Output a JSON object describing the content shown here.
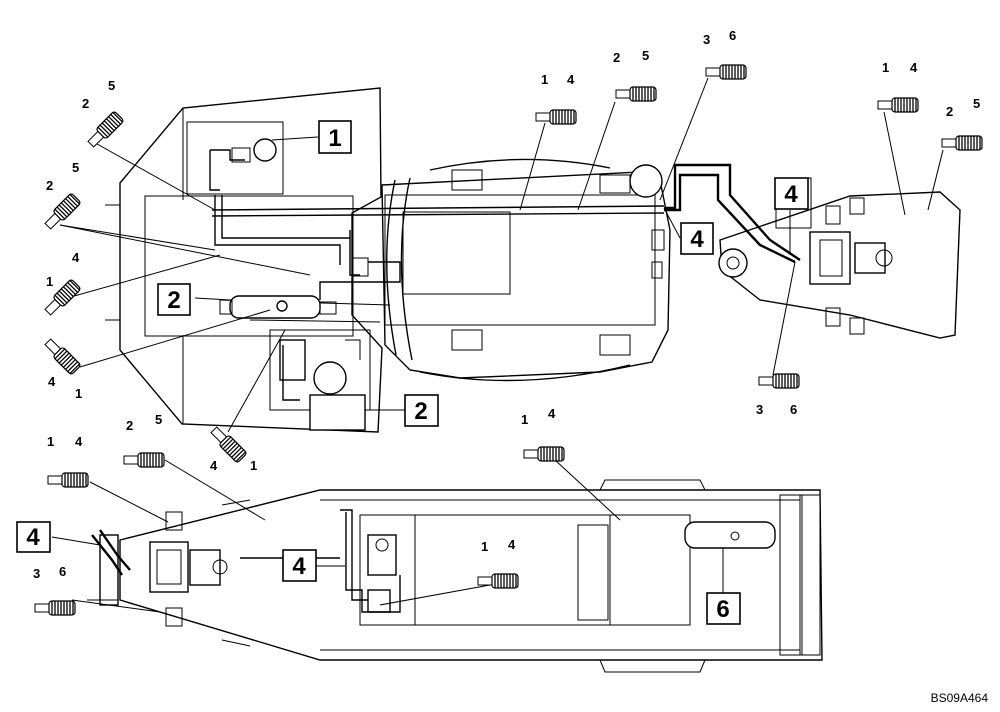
{
  "callouts": [
    {
      "id": "c1",
      "label": "1"
    },
    {
      "id": "c2a",
      "label": "2"
    },
    {
      "id": "c2b",
      "label": "2"
    },
    {
      "id": "c4a",
      "label": "4"
    },
    {
      "id": "c4b",
      "label": "4"
    },
    {
      "id": "c4c",
      "label": "4"
    },
    {
      "id": "c4d",
      "label": "4"
    },
    {
      "id": "c6",
      "label": "6"
    }
  ],
  "fittings": [
    {
      "id": "f1",
      "labels": [
        "2",
        "5"
      ]
    },
    {
      "id": "f2",
      "labels": [
        "2",
        "5"
      ]
    },
    {
      "id": "f3",
      "labels": [
        "1",
        "4"
      ]
    },
    {
      "id": "f4",
      "labels": [
        "4",
        "1"
      ]
    },
    {
      "id": "f5",
      "labels": [
        "4",
        "1"
      ]
    },
    {
      "id": "f6",
      "labels": [
        "1",
        "4"
      ]
    },
    {
      "id": "f7",
      "labels": [
        "2",
        "5"
      ]
    },
    {
      "id": "f8",
      "labels": [
        "1",
        "4"
      ]
    },
    {
      "id": "f9",
      "labels": [
        "2",
        "5"
      ]
    },
    {
      "id": "f10",
      "labels": [
        "3",
        "6"
      ]
    },
    {
      "id": "f11",
      "labels": [
        "1",
        "4"
      ]
    },
    {
      "id": "f12",
      "labels": [
        "2",
        "5"
      ]
    },
    {
      "id": "f13",
      "labels": [
        "3",
        "6"
      ]
    },
    {
      "id": "f14",
      "labels": [
        "1",
        "4"
      ]
    },
    {
      "id": "f15",
      "labels": [
        "3",
        "6"
      ]
    },
    {
      "id": "f16",
      "labels": [
        "1",
        "4"
      ]
    }
  ],
  "figure_ref": "BS09A464",
  "colors": {
    "line": "#000000",
    "background": "#ffffff"
  }
}
